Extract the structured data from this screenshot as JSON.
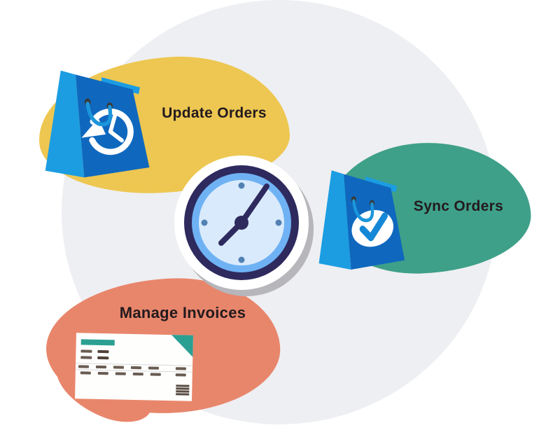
{
  "illustration": {
    "labels": {
      "update_orders": "Update Orders",
      "sync_orders": "Sync Orders",
      "manage_invoices": "Manage Invoices"
    },
    "icons": {
      "update_bag": "shopping-bag-with-history-clock-icon",
      "sync_bag": "shopping-bag-with-checkmark-icon",
      "center_clock": "clock-icon",
      "invoice": "invoice-document-icon"
    },
    "colors": {
      "yellow_blob": "#EDC751",
      "teal_blob": "#3FA089",
      "salmon_blob": "#E8866B",
      "background_circle": "#EEEFF2",
      "bag_front": "#0F68BE",
      "bag_side": "#1C9DE2",
      "bag_handle": "#1B96DC",
      "check_blue": "#1487D6",
      "clock_navy": "#2E2A5E",
      "clock_blue_ring": "#6FB2F4",
      "clock_face": "#D9EAFC",
      "clock_dot": "#5181B3",
      "clock_shadow": "#B6B6BB",
      "invoice_teal": "#2BA092",
      "label_text": "#231A1E"
    }
  }
}
